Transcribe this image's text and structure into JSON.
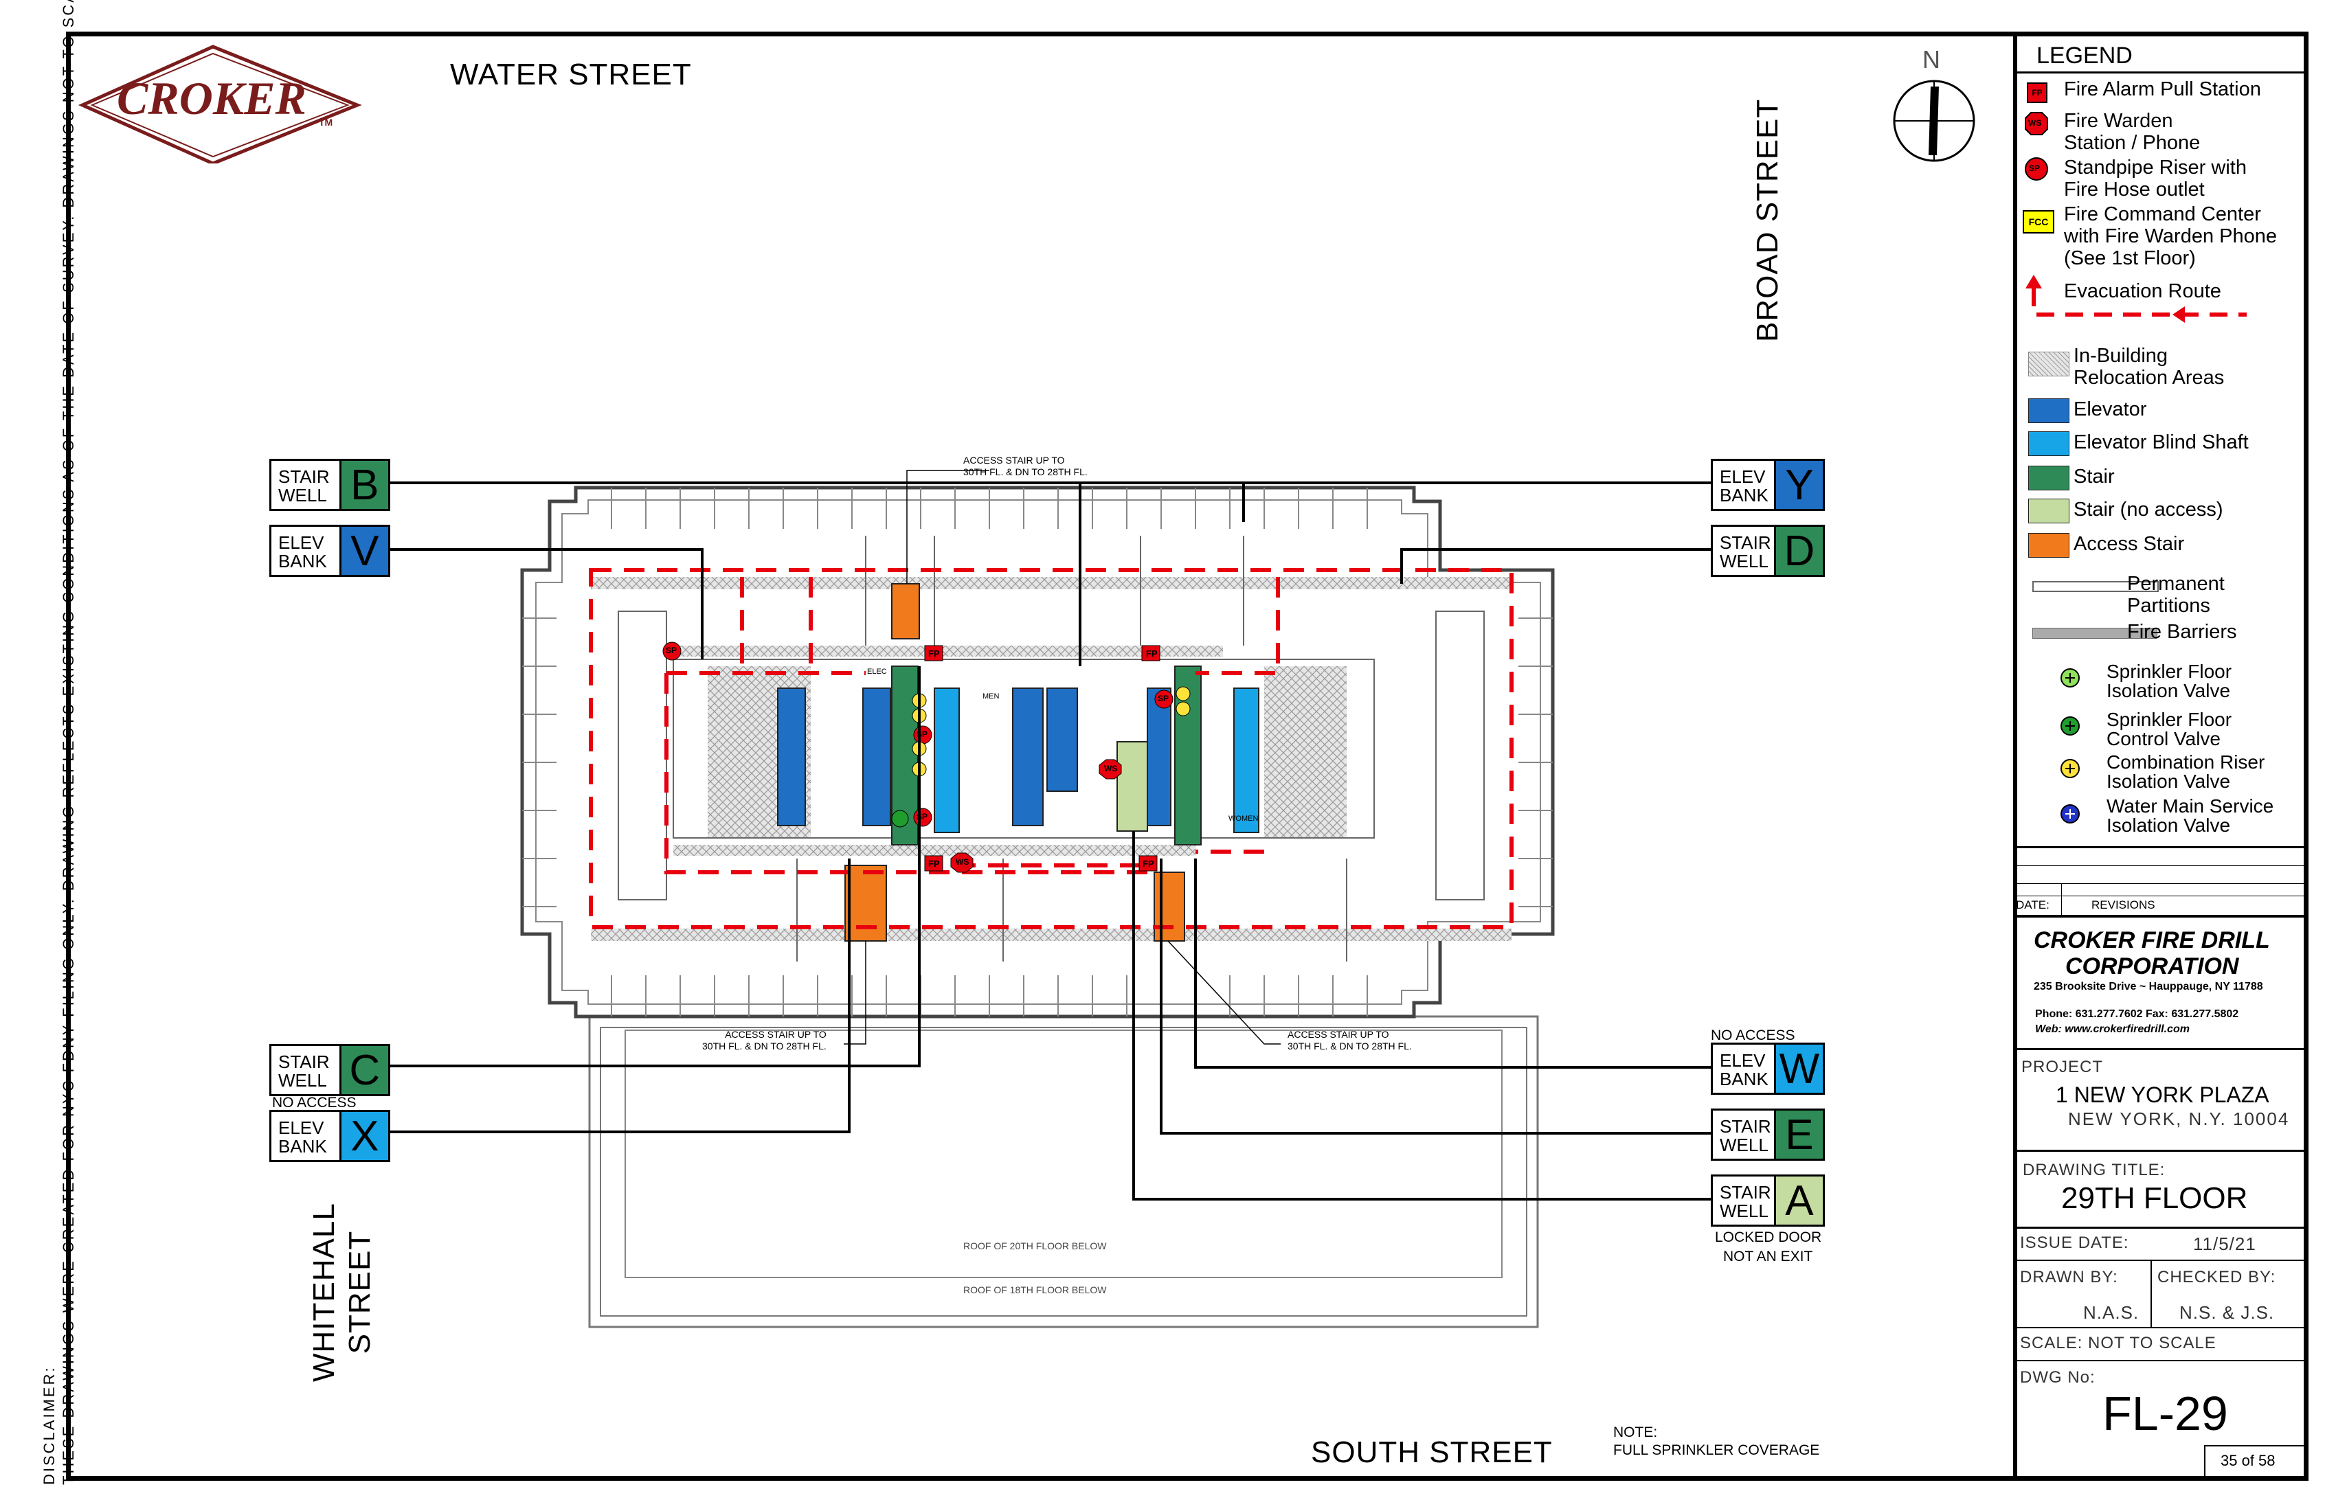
{
  "logo": {
    "text": "CROKER",
    "tm": "TM"
  },
  "disclaimer": {
    "line1": "DISCLAIMER:",
    "line2": "THESE DRAWINGS WERE CREATED FOR NYC FDNY FILING ONLY. DRAWING REFLECTS EXISTING CONDITIONS AS OF THE DATE OF SURVEY. DRAWINGS NOT TO SCALE."
  },
  "streets": {
    "north": "WATER STREET",
    "east": "BROAD STREET",
    "south": "SOUTH STREET",
    "west_line1": "WHITEHALL",
    "west_line2": "STREET"
  },
  "compass": "N",
  "tags": [
    {
      "id": "stair-b",
      "line1": "STAIR",
      "line2": "WELL",
      "letter": "B",
      "color": "#2e8b57"
    },
    {
      "id": "elev-v",
      "line1": "ELEV",
      "line2": "BANK",
      "letter": "V",
      "color": "#1f6fc4"
    },
    {
      "id": "stair-c",
      "line1": "STAIR",
      "line2": "WELL",
      "letter": "C",
      "color": "#2e8b57"
    },
    {
      "id": "elev-x",
      "line1": "ELEV",
      "line2": "BANK",
      "letter": "X",
      "color": "#17a5e8"
    },
    {
      "id": "elev-y",
      "line1": "ELEV",
      "line2": "BANK",
      "letter": "Y",
      "color": "#1f6fc4"
    },
    {
      "id": "stair-d",
      "line1": "STAIR",
      "line2": "WELL",
      "letter": "D",
      "color": "#2e8b57"
    },
    {
      "id": "elev-w",
      "line1": "ELEV",
      "line2": "BANK",
      "letter": "W",
      "color": "#17a5e8"
    },
    {
      "id": "stair-e",
      "line1": "STAIR",
      "line2": "WELL",
      "letter": "E",
      "color": "#2e8b57"
    },
    {
      "id": "stair-a",
      "line1": "STAIR",
      "line2": "WELL",
      "letter": "A",
      "color": "#c5dca0"
    }
  ],
  "tag_notes": {
    "x_no_access": "NO ACCESS",
    "w_no_access": "NO ACCESS",
    "a_note1": "LOCKED DOOR",
    "a_note2": "NOT AN EXIT"
  },
  "plan_notes": {
    "access_top_1": "ACCESS STAIR UP TO",
    "access_top_2": "30TH FL. & DN TO 28TH FL.",
    "access_left_1": "ACCESS STAIR UP TO",
    "access_left_2": "30TH FL. & DN TO 28TH FL.",
    "access_right_1": "ACCESS STAIR UP TO",
    "access_right_2": "30TH FL. & DN TO 28TH FL.",
    "roof_20": "ROOF OF 20TH FLOOR BELOW",
    "roof_18": "ROOF OF 18TH FLOOR BELOW",
    "men": "MEN",
    "women": "WOMEN",
    "elec": "ELEC"
  },
  "note": {
    "title": "NOTE:",
    "text": "FULL SPRINKLER COVERAGE"
  },
  "markers": {
    "fp": "FP",
    "ws": "WS",
    "sp": "SP",
    "fcc": "FCC"
  },
  "legend": {
    "title": "LEGEND",
    "fire_alarm": "Fire Alarm Pull Station",
    "warden_1": "Fire Warden",
    "warden_2": "Station / Phone",
    "standpipe_1": "Standpipe Riser with",
    "standpipe_2": "Fire Hose outlet",
    "fcc_1": "Fire Command Center",
    "fcc_2": "with Fire Warden Phone",
    "fcc_3": "(See 1st Floor)",
    "evac": "Evacuation  Route",
    "relocation_1": "In-Building",
    "relocation_2": "Relocation Areas",
    "elevator": "Elevator",
    "blind_shaft": "Elevator Blind Shaft",
    "stair": "Stair",
    "stair_no_access": "Stair (no access)",
    "access_stair": "Access Stair",
    "permanent_1": "Permanent",
    "permanent_2": "Partitions",
    "fire_barriers": "Fire Barriers",
    "sprinkler_iso_1": "Sprinkler Floor",
    "sprinkler_iso_2": "Isolation Valve",
    "sprinkler_ctl_1": "Sprinkler Floor",
    "sprinkler_ctl_2": "Control Valve",
    "combo_1": "Combination Riser",
    "combo_2": "Isolation Valve",
    "water_1": "Water Main Service",
    "water_2": "Isolation Valve"
  },
  "title_block": {
    "date_label": "DATE:",
    "revisions_label": "REVISIONS",
    "company_1": "CROKER FIRE DRILL",
    "company_2": "CORPORATION",
    "address": "235 Brooksite Drive ~ Hauppauge, NY 11788",
    "phone": "Phone: 631.277.7602  Fax: 631.277.5802",
    "web": "Web: www.crokerfiredrill.com",
    "project_label": "PROJECT",
    "project_name": "1 NEW YORK PLAZA",
    "project_city": "NEW YORK, N.Y. 10004",
    "drawing_title_label": "DRAWING TITLE:",
    "drawing_title": "29TH FLOOR",
    "issue_date_label": "ISSUE DATE:",
    "issue_date": "11/5/21",
    "drawn_by_label": "DRAWN BY:",
    "drawn_by": "N.A.S.",
    "checked_by_label": "CHECKED BY:",
    "checked_by": "N.S. & J.S.",
    "scale": "SCALE: NOT TO SCALE",
    "dwg_no_label": "DWG No:",
    "dwg_no": "FL-29",
    "sheet": "35 of 58"
  },
  "colors": {
    "elevator": "#1f6fc4",
    "blind_shaft": "#17a5e8",
    "stair": "#2e8b57",
    "stair_no_access": "#c5dca0",
    "access_stair": "#f07a1c",
    "evac_red": "#e8000e",
    "brand_maroon": "#7a1c1c",
    "fcc_yellow": "#ffff00"
  }
}
